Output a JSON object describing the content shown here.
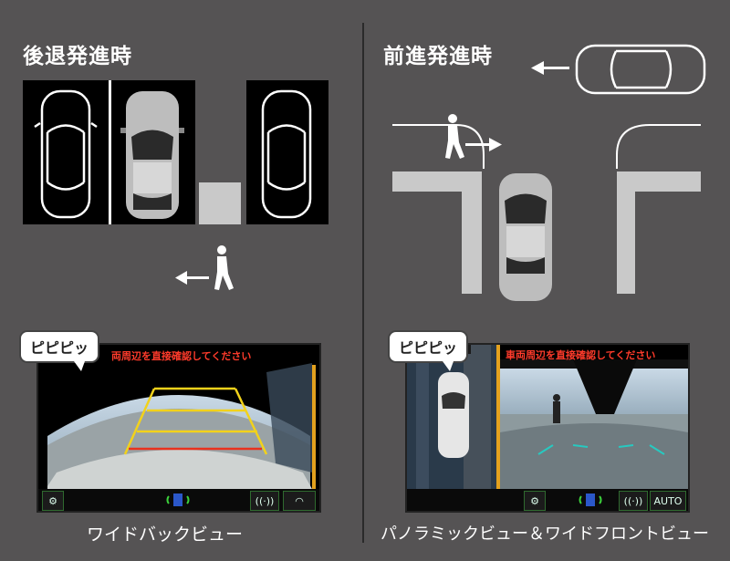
{
  "left": {
    "heading": "後退発進時",
    "bubble": "ピピピッ",
    "warning": "両周辺を直接確認してください",
    "caption": "ワイドバックビュー"
  },
  "right": {
    "heading": "前進発進時",
    "bubble": "ピピピッ",
    "warning": "車両周辺を直接確認してください",
    "caption": "パノラミックビュー＆ワイドフロントビュー",
    "auto_label": "AUTO"
  },
  "colors": {
    "background": "#555354",
    "warning_text": "#ff3b2b",
    "guide_yellow": "#f2d21b",
    "guide_red": "#e8321e",
    "guide_cyan": "#27c9c0"
  },
  "icons": [
    "gear-icon",
    "sonar-icon",
    "sensor-icon",
    "camera-toggle-icon",
    "arrow-left-icon",
    "pedestrian-icon"
  ]
}
